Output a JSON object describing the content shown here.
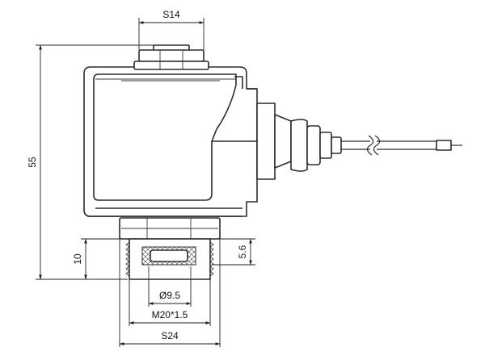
{
  "dimensions": {
    "hex_top_width": "S14",
    "overall_height": "55",
    "thread_section_height": "10",
    "bore_depth": "5.6",
    "bore_diameter": "Ø9.5",
    "thread_size": "M20*1.5",
    "hex_bottom_width": "S24"
  },
  "icons": {
    "solenoid_body": "solenoid-coil-icon",
    "cable": "cable-icon"
  },
  "colors": {
    "line": "#2b2b2b",
    "background": "#ffffff"
  }
}
